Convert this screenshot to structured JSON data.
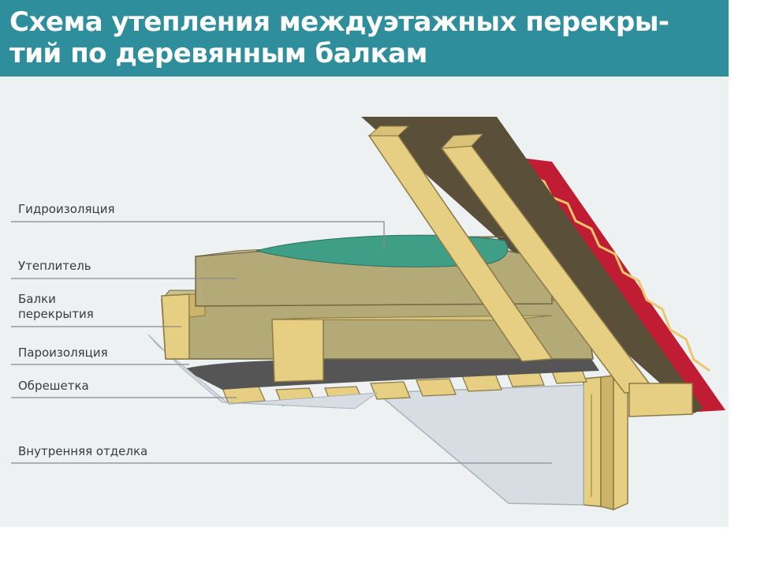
{
  "title": {
    "line1": "Схема утепления междуэтажных перекры-",
    "line2": "тий по деревянным балкам"
  },
  "labels": {
    "waterproofing": "Гидроизоляция",
    "insulation": "Утеплитель",
    "beams_line1": "Балки",
    "beams_line2": "перекрытия",
    "vapor_barrier": "Пароизоляция",
    "lathing": "Обрешетка",
    "interior_finish": "Внутренняя отделка"
  },
  "colors": {
    "header": "#2f8e9c",
    "background": "#eef1f2",
    "wood": "#e6cf82",
    "insulation": "#b3aa78",
    "membrane": "#3e9f86",
    "vapor": "#555555",
    "finish": "#d7dde3",
    "roof_tile": "#c01c33"
  }
}
